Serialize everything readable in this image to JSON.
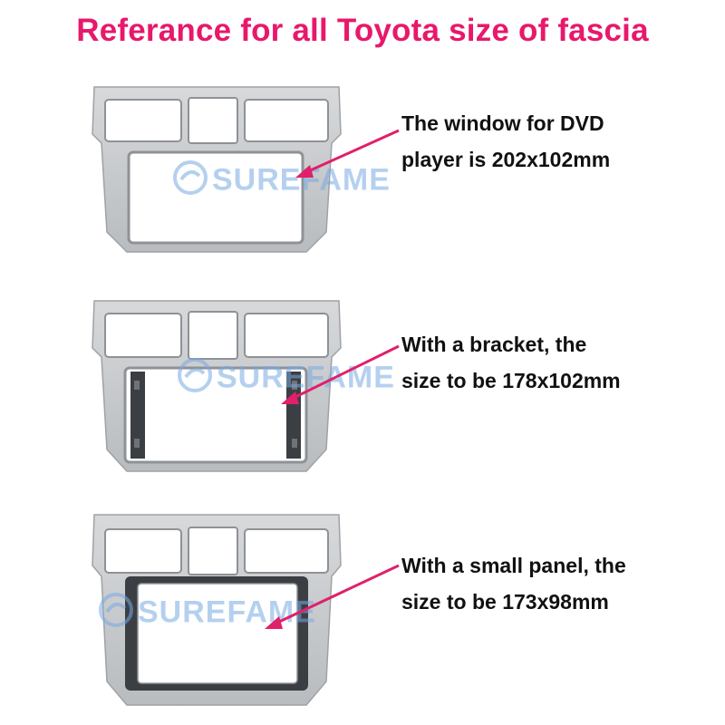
{
  "title": "Referance for all Toyota size of fascia",
  "watermark_text": "SUREFAME",
  "colors": {
    "title": "#e8186b",
    "arrow": "#e0206a",
    "fascia_silver": "#c9cbcd",
    "fascia_shadow": "#9ea2a6",
    "bracket_dark": "#3b3f44",
    "watermark": "#78aae1"
  },
  "items": [
    {
      "line1": "The window for DVD",
      "line2": "player is 202x102mm",
      "variant": "plain"
    },
    {
      "line1": "With a bracket, the",
      "line2": "size to be 178x102mm",
      "variant": "bracket"
    },
    {
      "line1": "With a small panel, the",
      "line2": "size to be 173x98mm",
      "variant": "panel"
    }
  ]
}
